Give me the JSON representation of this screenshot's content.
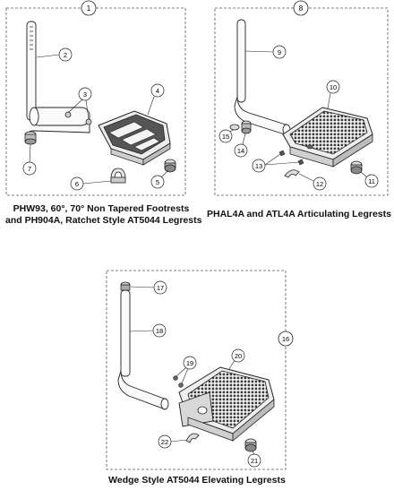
{
  "panels": [
    {
      "number": "1",
      "caption_line1": "PHW93, 60°, 70° Non Tapered Footrests",
      "caption_line2": "and PH904A, Ratchet Style  AT5044 Legrests",
      "callouts": [
        "2",
        "3",
        "4",
        "5",
        "6",
        "7"
      ]
    },
    {
      "number": "8",
      "caption_line1": "PHAL4A and ATL4A Articulating Legrests",
      "callouts": [
        "9",
        "10",
        "11",
        "12",
        "13",
        "14",
        "15"
      ]
    },
    {
      "number": "16",
      "caption_line1": "Wedge Style AT5044 Elevating Legrests",
      "callouts": [
        "17",
        "18",
        "19",
        "20",
        "21",
        "22"
      ]
    }
  ]
}
